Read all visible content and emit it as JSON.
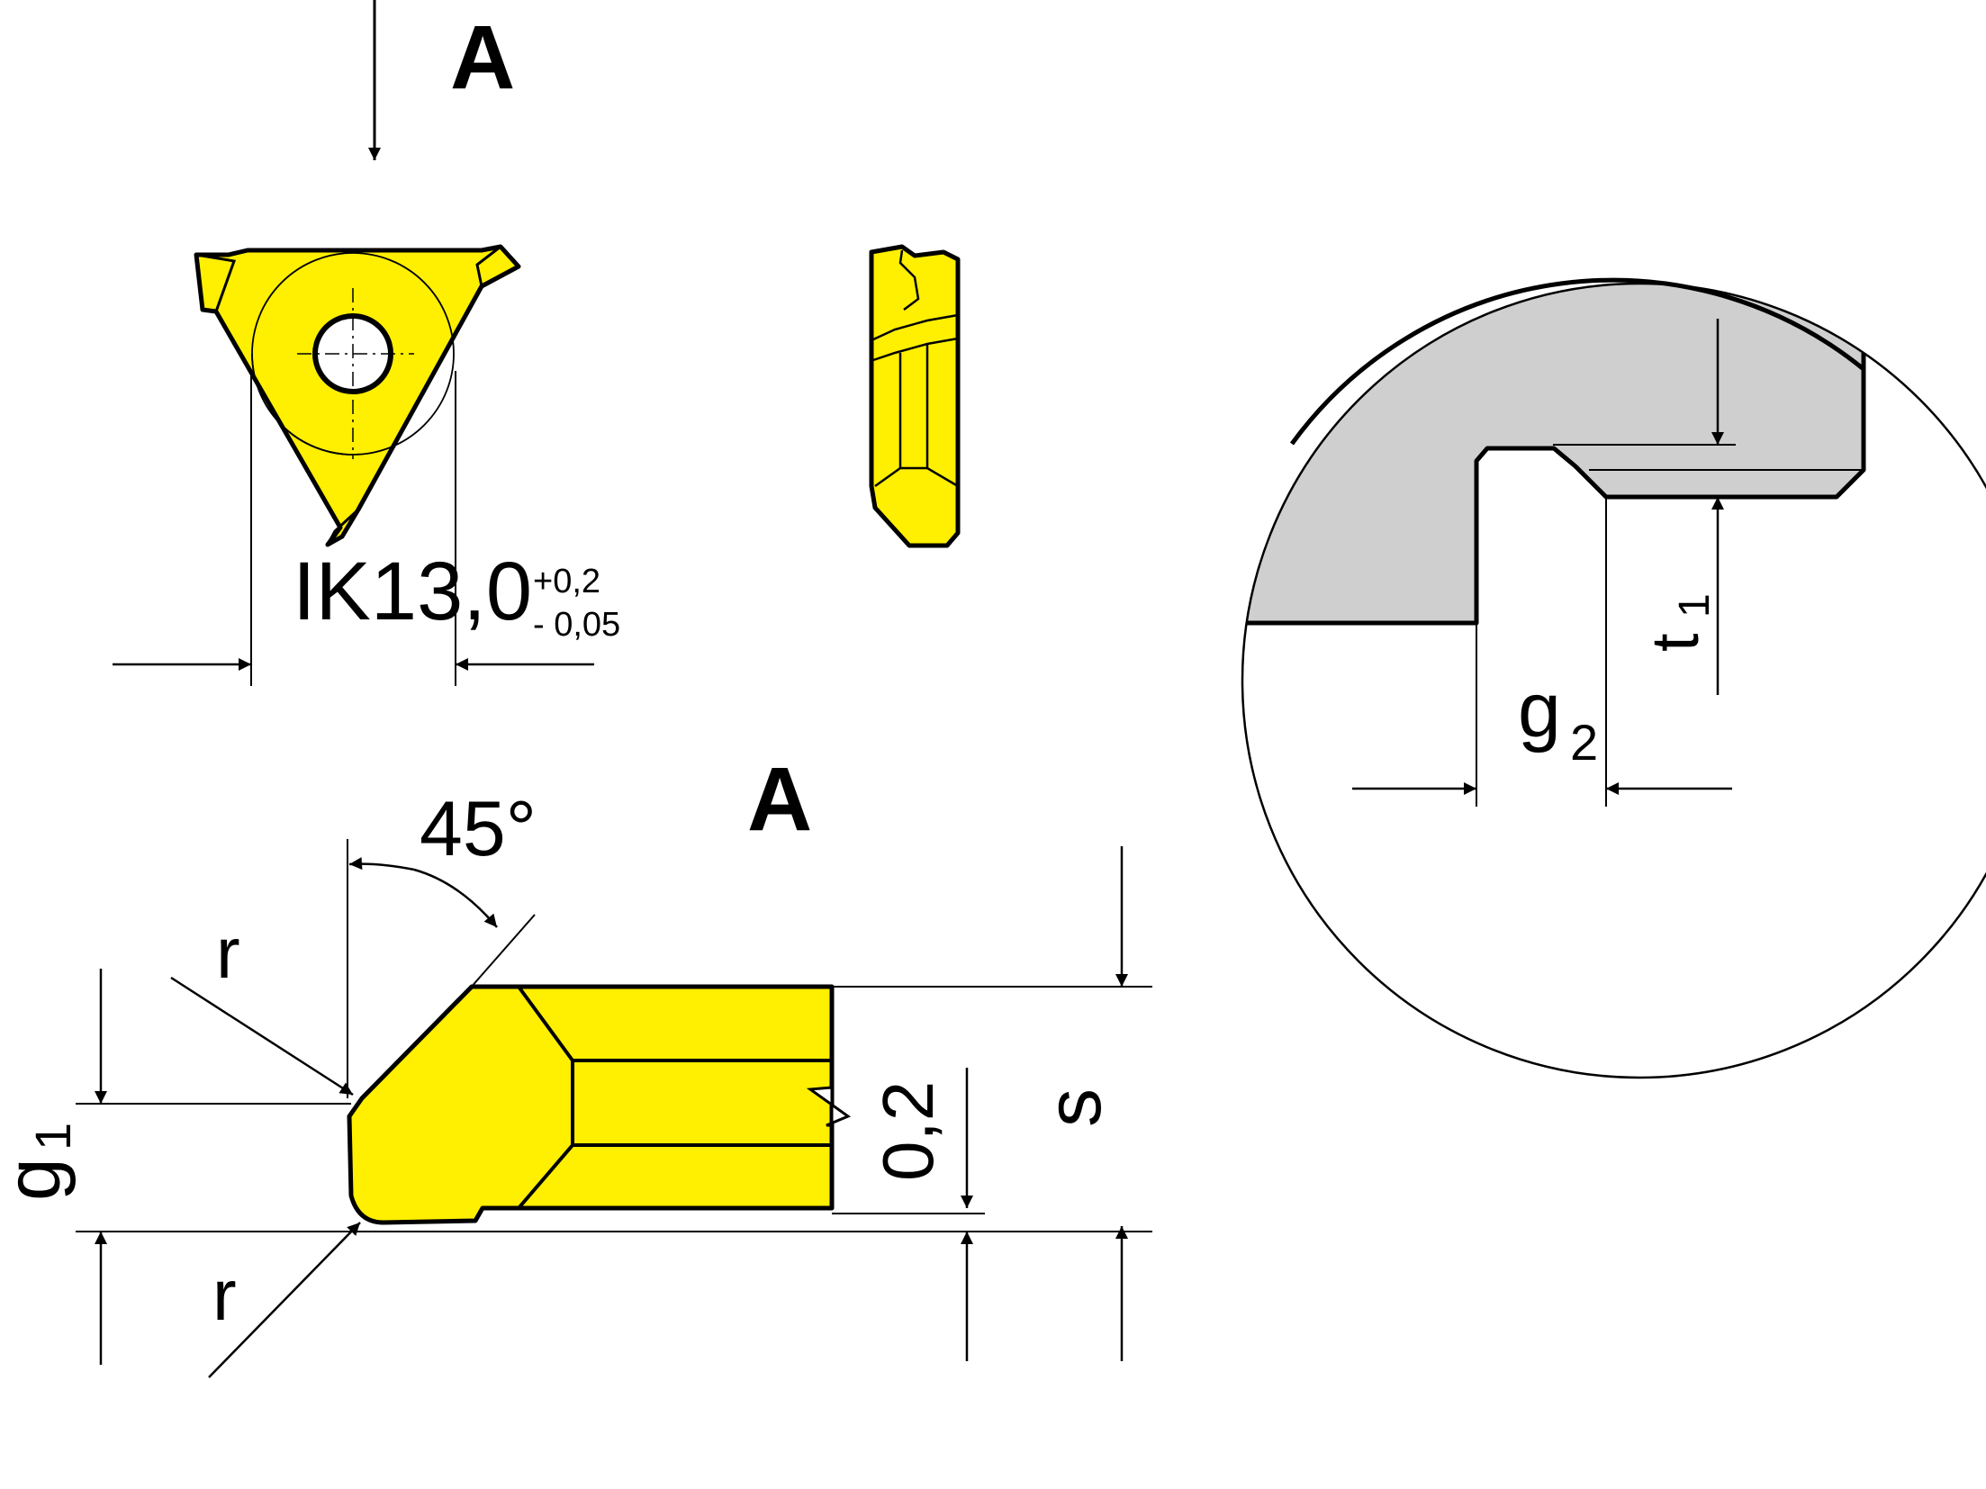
{
  "labels": {
    "view_marker_top": "A",
    "view_marker_bottom": "A",
    "inscribed_circle_main": "IK13,0",
    "tolerance_upper": "+0,2",
    "tolerance_lower": "- 0,05",
    "angle": "45°",
    "radius_top": "r",
    "radius_bottom": "r",
    "g1_letter": "g",
    "g1_sub": "1",
    "dim_02": "0,2",
    "dim_s": "s",
    "g2_letter": "g",
    "g2_sub": "2",
    "t1_letter": "t",
    "t1_sub": "1"
  },
  "colors": {
    "insert_fill": "#ffef00",
    "holder_fill": "#cfcfcf",
    "line": "#000000"
  }
}
